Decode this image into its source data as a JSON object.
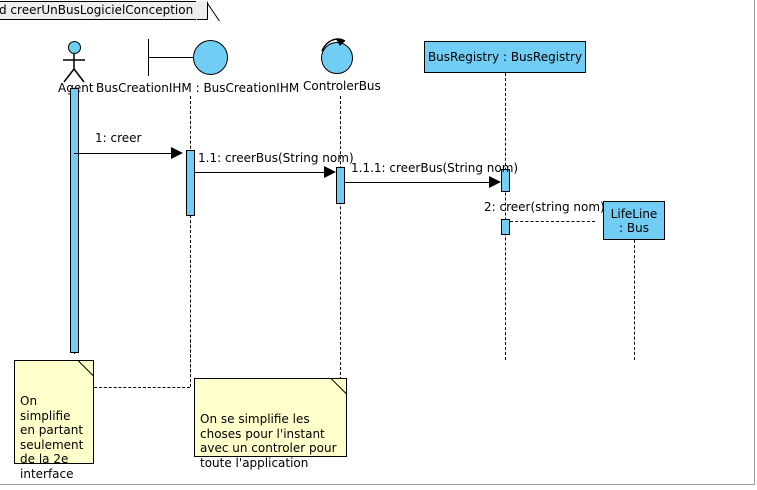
{
  "diagram": {
    "frame_label": "d creerUnBusLogicielConception",
    "kind": "uml-sequence-diagram",
    "colors": {
      "element_fill": "#72CDF4",
      "note_fill": "#FFFFCC",
      "stroke": "#000000",
      "tab_fill": "#EEEEEE",
      "background": "#FFFFFF"
    }
  },
  "participants": [
    {
      "id": "agent",
      "icon": "actor-stick-figure-icon",
      "label": "Agent",
      "type": "actor"
    },
    {
      "id": "buscreationihm",
      "icon": "boundary-icon",
      "label": "BusCreationIHM : BusCreationIHM",
      "type": "boundary"
    },
    {
      "id": "controlerbus",
      "icon": "control-icon",
      "label": "ControlerBus",
      "type": "control"
    },
    {
      "id": "busregistry",
      "icon": "class-box-icon",
      "label": "BusRegistry : BusRegistry",
      "type": "object"
    },
    {
      "id": "bus",
      "icon": "class-box-icon",
      "label_line1": "LifeLine",
      "label_line2": ": Bus",
      "type": "created-object"
    }
  ],
  "messages": [
    {
      "id": "m1",
      "label": "1: creer",
      "style": "solid",
      "from": "agent",
      "to": "buscreationihm"
    },
    {
      "id": "m11",
      "label": "1.1: creerBus(String nom)",
      "style": "solid",
      "from": "buscreationihm",
      "to": "controlerbus"
    },
    {
      "id": "m111",
      "label": "1.1.1: creerBus(String nom)",
      "style": "solid",
      "from": "controlerbus",
      "to": "busregistry"
    },
    {
      "id": "m2",
      "label": "2: creer(string nom)",
      "style": "dashed",
      "from": "busregistry",
      "to": "bus"
    }
  ],
  "notes": [
    {
      "id": "note-agent",
      "text": "On\nsimplifie\nen partant\nseulement\nde la 2e\ninterface",
      "attached_to": "buscreationihm"
    },
    {
      "id": "note-controler",
      "text": "On se simplifie les\nchoses pour l'instant\navec un controler pour\ntoute l'application",
      "attached_to": "controlerbus"
    }
  ]
}
